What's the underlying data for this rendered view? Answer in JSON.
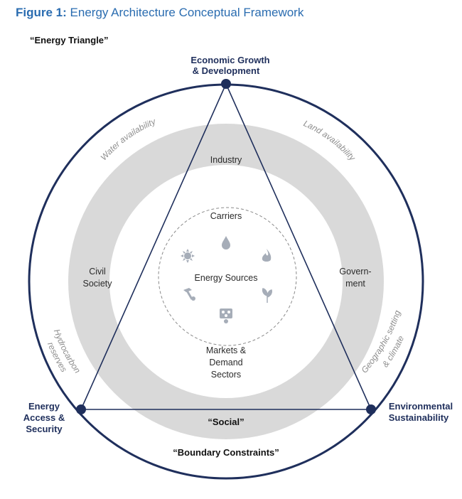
{
  "figure": {
    "label": "Figure 1:",
    "title": "Energy Architecture Conceptual Framework"
  },
  "labels": {
    "energy_triangle": "“Energy Triangle”",
    "economic_line1": "Economic Growth",
    "economic_line2": "& Development",
    "energy_access_line1": "Energy",
    "energy_access_line2": "Access &",
    "energy_access_line3": "Security",
    "environmental_line1": "Environmental",
    "environmental_line2": "Sustainability",
    "boundary_constraints": "“Boundary Constraints”",
    "social": "“Social”",
    "industry": "Industry",
    "civil_line1": "Civil",
    "civil_line2": "Society",
    "government_line1": "Govern-",
    "government_line2": "ment",
    "carriers": "Carriers",
    "energy_sources": "Energy Sources",
    "markets_line1": "Markets &",
    "markets_line2": "Demand",
    "markets_line3": "Sectors"
  },
  "constraints": {
    "water": "Water availability",
    "land": "Land availability",
    "hydro_line1": "Hydrocarbon",
    "hydro_line2": "reserves",
    "geo_line1": "Geographic setting",
    "geo_line2": "& climate"
  },
  "icons": [
    "sun-icon",
    "water-drop-icon",
    "flame-icon",
    "mining-hammer-icon",
    "leaf-icon",
    "atom-icon"
  ],
  "colors": {
    "navy": "#1f2f5c",
    "title_blue": "#2a6cb0",
    "ring_grey": "#d9d9d9",
    "icon_grey": "#a6adb8"
  }
}
